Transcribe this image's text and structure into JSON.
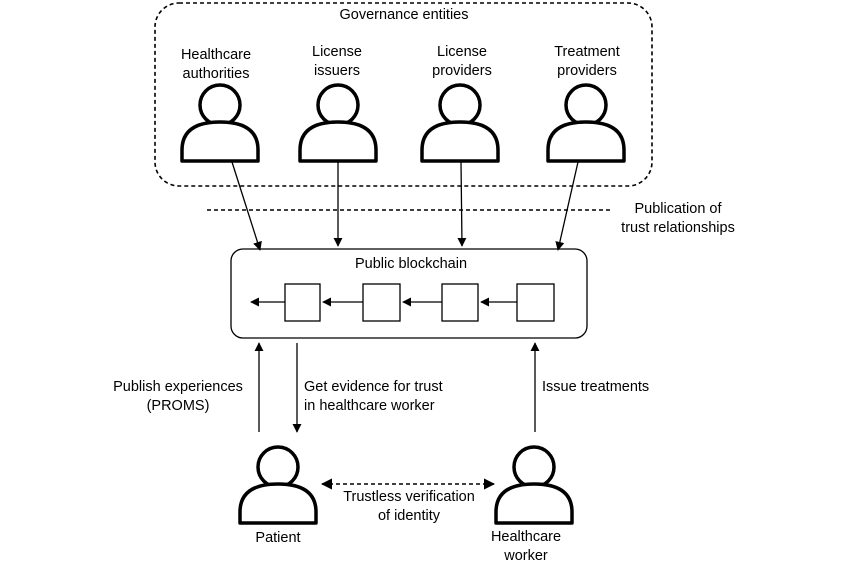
{
  "governance": {
    "title": "Governance entities",
    "entities": [
      {
        "line1": "Healthcare",
        "line2": "authorities"
      },
      {
        "line1": "License",
        "line2": "issuers"
      },
      {
        "line1": "License",
        "line2": "providers"
      },
      {
        "line1": "Treatment",
        "line2": "providers"
      }
    ]
  },
  "publication": {
    "line1": "Publication of",
    "line2": "trust relationships"
  },
  "blockchain": {
    "title": "Public blockchain",
    "block_count": 4
  },
  "flows": {
    "publish": {
      "line1": "Publish experiences",
      "line2": "(PROMS)"
    },
    "evidence": {
      "line1": "Get evidence for trust",
      "line2": "in healthcare worker"
    },
    "issue": {
      "line1": "Issue treatments"
    },
    "verification": {
      "line1": "Trustless verification",
      "line2": "of identity"
    }
  },
  "actors": {
    "patient": {
      "label": "Patient"
    },
    "worker": {
      "line1": "Healthcare",
      "line2": "worker"
    }
  }
}
